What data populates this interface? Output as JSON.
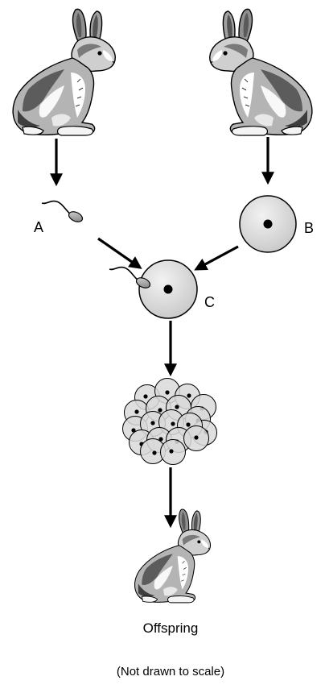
{
  "labels": {
    "sperm": "A",
    "egg": "B",
    "zygote": "C",
    "offspring": "Offspring",
    "scale_note": "(Not drawn to scale)"
  },
  "colors": {
    "outline": "#000000",
    "cell_fill": "#d6d6d6",
    "cell_fill_light": "#e6e6e6",
    "fur_mid": "#9a9a9a",
    "fur_dark": "#4a4a4a",
    "fur_light": "#ffffff"
  }
}
